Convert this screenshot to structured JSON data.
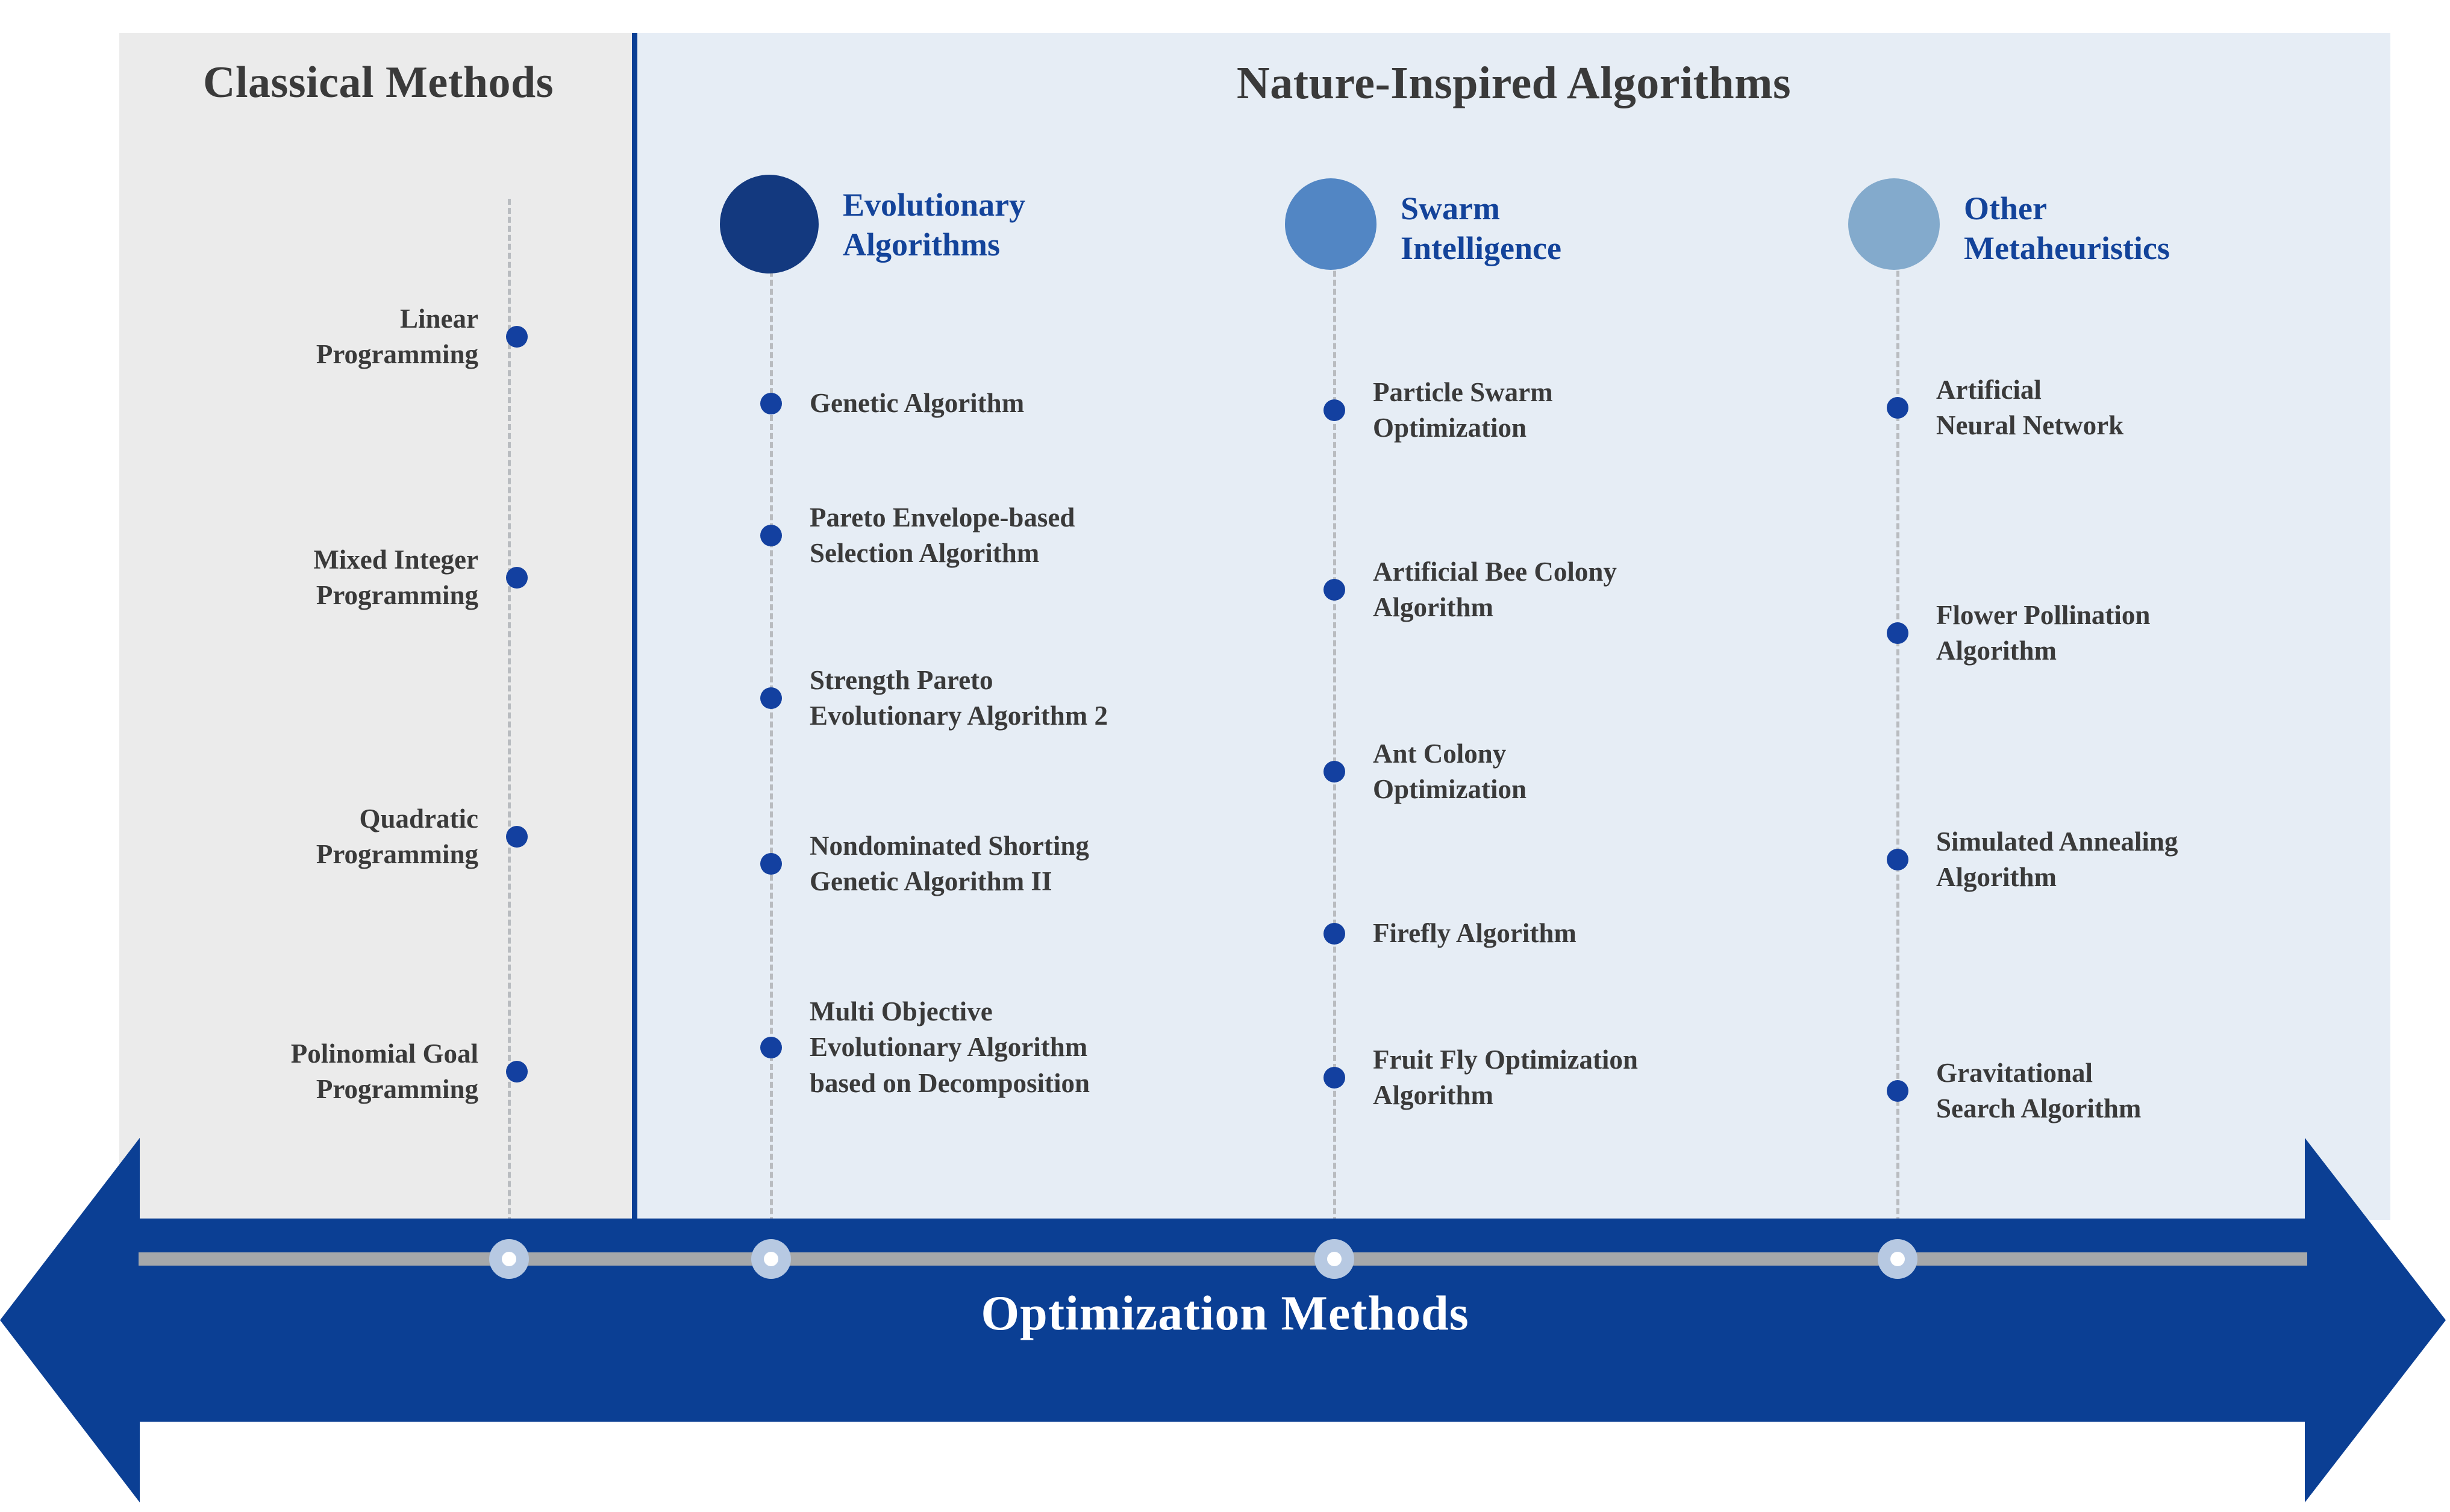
{
  "diagram": {
    "bottom_axis_label": "Optimization Methods",
    "accent_blue": "#0b3f94",
    "label_blue": "#13439a",
    "dot_blue": "#1340a0",
    "text_gray": "#3a3a3a",
    "classical_panel_bg": "#ebebeb",
    "nature_panel_bg": "#e6edf5"
  },
  "classical": {
    "title": "Classical Methods",
    "items": [
      {
        "label": "Linear\nProgramming"
      },
      {
        "label": "Mixed Integer\nProgramming"
      },
      {
        "label": "Quadratic\nProgramming"
      },
      {
        "label": "Polinomial Goal\nProgramming"
      }
    ]
  },
  "nature": {
    "title": "Nature-Inspired Algorithms",
    "categories": [
      {
        "name": "Evolutionary\nAlgorithms",
        "circle_color": "#13397f",
        "items": [
          {
            "label": "Genetic Algorithm"
          },
          {
            "label": "Pareto Envelope-based\nSelection Algorithm"
          },
          {
            "label": "Strength Pareto\nEvolutionary Algorithm 2"
          },
          {
            "label": "Nondominated Shorting\nGenetic Algorithm II"
          },
          {
            "label": "Multi Objective\nEvolutionary Algorithm\nbased on Decomposition"
          }
        ]
      },
      {
        "name": "Swarm\nIntelligence",
        "circle_color": "#5286c4",
        "items": [
          {
            "label": "Particle Swarm\nOptimization"
          },
          {
            "label": "Artificial Bee Colony\nAlgorithm"
          },
          {
            "label": "Ant Colony\nOptimization"
          },
          {
            "label": "Firefly Algorithm"
          },
          {
            "label": "Fruit Fly Optimization\nAlgorithm"
          }
        ]
      },
      {
        "name": "Other\nMetaheuristics",
        "circle_color": "#83aacc",
        "items": [
          {
            "label": "Artificial\nNeural Network"
          },
          {
            "label": "Flower Pollination\nAlgorithm"
          },
          {
            "label": "Simulated Annealing\nAlgorithm"
          },
          {
            "label": "Gravitational\nSearch Algorithm"
          }
        ]
      }
    ]
  }
}
